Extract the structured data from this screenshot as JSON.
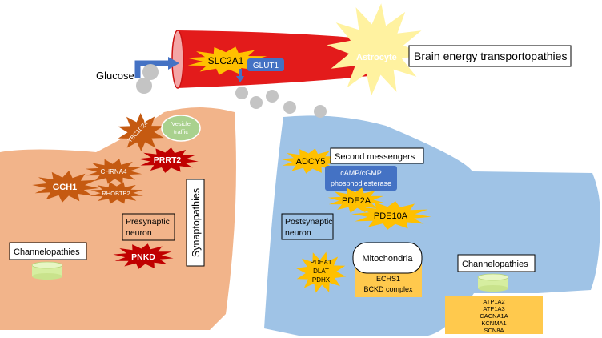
{
  "title_box": "Brain energy transportopathies",
  "glucose": "Glucose",
  "slc2a1": "SLC2A1",
  "glut1": "GLUT1",
  "astrocyte": "Astrocyte",
  "pre": {
    "tbc1d24": "TBC1D24",
    "vesicle_1": "Vesicle",
    "vesicle_2": "traffic",
    "prrt2": "PRRT2",
    "chrna4": "CHRNA4",
    "gch1": "GCH1",
    "rhobtb2": "RHOBTB2",
    "neuron_1": "Presynaptic",
    "neuron_2": "neuron",
    "channelopathies": "Channelopathies",
    "pnkd": "PNKD",
    "synaptopathies": "Synaptopathies"
  },
  "post": {
    "adcy5": "ADCY5",
    "second_messengers": "Second messengers",
    "camp_1": "cAMP/cGMP",
    "camp_2": "phosphodiesterase",
    "pde2a": "PDE2A",
    "pde10a": "PDE10A",
    "neuron_1": "Postsynaptic",
    "neuron_2": "neuron",
    "pdh_1": "PDHA1",
    "pdh_2": "DLAT",
    "pdh_3": "PDHX",
    "mitochondria": "Mitochondria",
    "echs1": "ECHS1",
    "bckd": "BCKD complex",
    "channelopathies": "Channelopathies",
    "genes": [
      "ATP1A2",
      "ATP1A3",
      "CACNA1A",
      "KCNMA1",
      "SCN8A"
    ]
  },
  "colors": {
    "presynaptic": "#f2b48a",
    "postsynaptic": "#9fc3e6",
    "vessel": "#e31b1b",
    "star_orange": "#ffc000",
    "star_brown": "#c55a11",
    "star_red": "#c00000",
    "box_blue": "#4472c4",
    "box_gold": "#ffc94d",
    "channel": "#d6eea0",
    "vesicle": "#a9d18e",
    "astrocyte": "#fff2a0"
  }
}
